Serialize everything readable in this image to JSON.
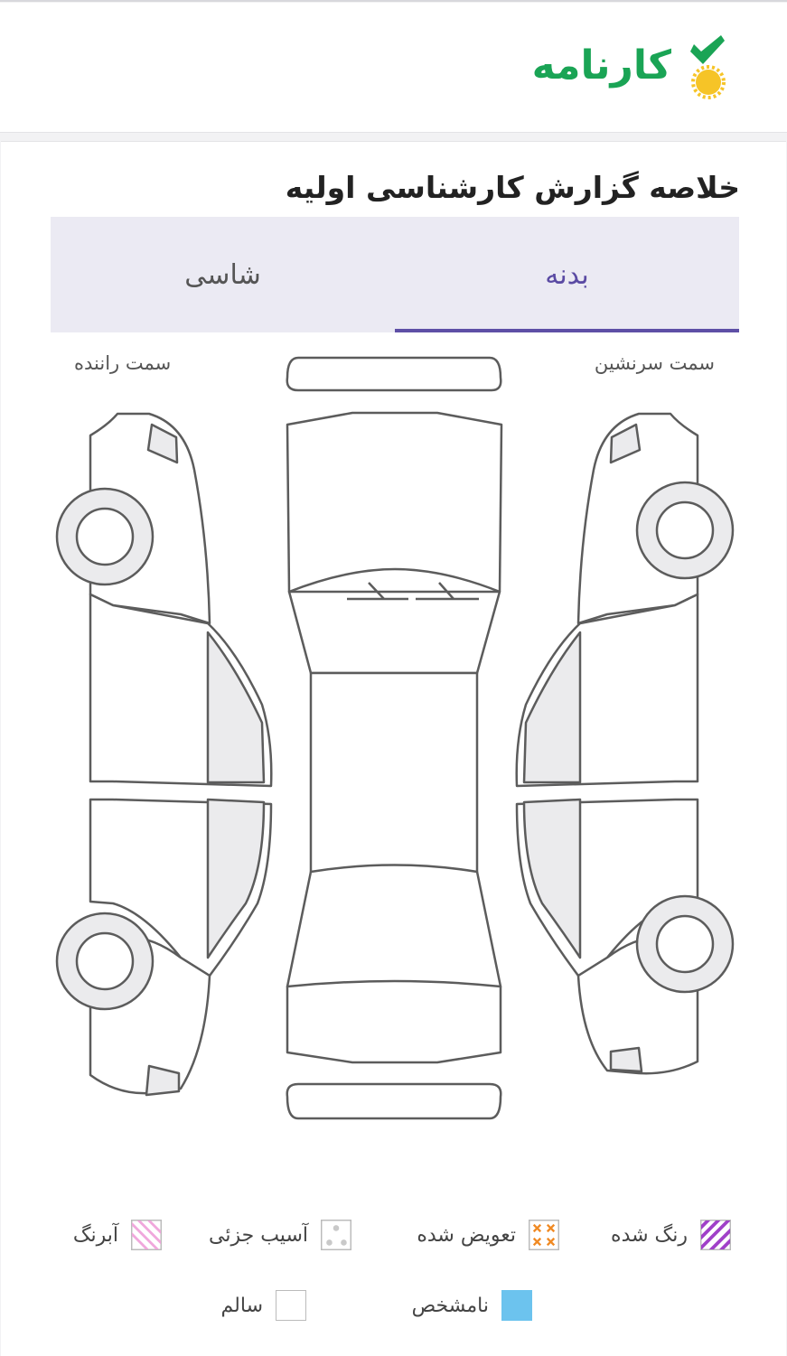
{
  "header": {
    "brand_name": "کارنامه",
    "logo_icon": "check-medal-icon",
    "brand_color": "#1aa455",
    "medal_color": "#f6c427"
  },
  "report": {
    "title": "خلاصه گزارش کارشناسی اولیه"
  },
  "tabs": [
    {
      "label": "بدنه",
      "active": true
    },
    {
      "label": "شاسی",
      "active": false
    }
  ],
  "diagram": {
    "driver_side_label": "سمت راننده",
    "passenger_side_label": "سمت سرنشین",
    "panel_fill": "#ebebed",
    "line_color": "#5c5c5c"
  },
  "legend": [
    {
      "label": "رنگ شده",
      "icon": "diagonal-stripes-purple",
      "color": "#a040c8"
    },
    {
      "label": "تعویض شده",
      "icon": "orange-x-pattern",
      "color": "#f08a24"
    },
    {
      "label": "آسیب جزئی",
      "icon": "grey-dots",
      "color": "#c9c9c9"
    },
    {
      "label": "آبرنگ",
      "icon": "diagonal-stripes-pink",
      "color": "#f0a8dc"
    },
    {
      "label": "نامشخص",
      "icon": "solid-blue",
      "color": "#6cc3ee"
    },
    {
      "label": "سالم",
      "icon": "empty-white",
      "color": "#ffffff"
    }
  ],
  "tab_active_color": "#5e4fa6"
}
